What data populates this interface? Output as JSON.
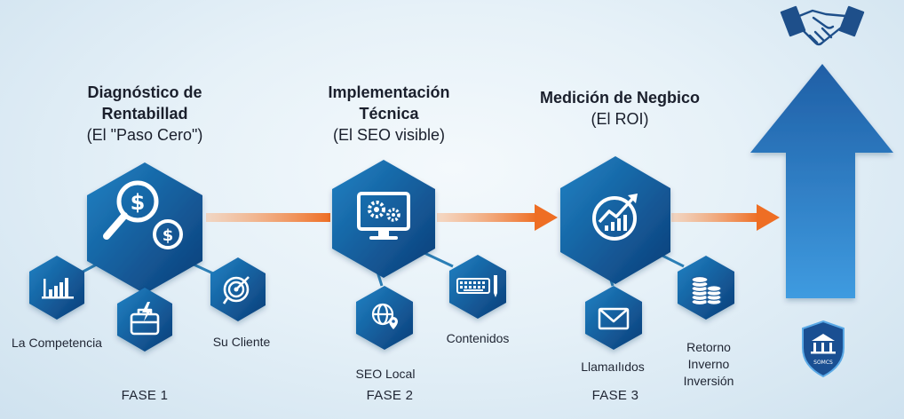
{
  "phases": [
    {
      "title_lines": [
        "Diagnóstico de",
        "Rentabillad",
        "(El \"Paso Cero\")"
      ],
      "label": "FASE 1",
      "items": [
        "La Competencia",
        "Su Cliente"
      ]
    },
    {
      "title_lines": [
        "Implementación",
        "Técnica",
        "(El SEO visible)"
      ],
      "label": "FASE 2",
      "items": [
        "SEO Local",
        "Contenidos"
      ]
    },
    {
      "title_lines": [
        "Medición de Negbico",
        "(El ROI)"
      ],
      "label": "FASE 3",
      "items": [
        "Llamaılıdos",
        "Retorno",
        "Inverno",
        "Inversión"
      ]
    }
  ],
  "badge_text": "SOMCS",
  "colors": {
    "hex_dark": "#0e3f7a",
    "hex_light": "#1f7fc0",
    "arrow_orange": "#f0762b",
    "connector": "#2c7fb6"
  },
  "icons": [
    "handshake-icon",
    "dollar-magnifier-icon",
    "bar-chart-icon",
    "toolbox-icon",
    "target-icon",
    "monitor-gears-icon",
    "globe-pin-icon",
    "keyboard-pen-icon",
    "growth-chart-icon",
    "envelope-icon",
    "coins-icon",
    "bank-shield-icon"
  ]
}
